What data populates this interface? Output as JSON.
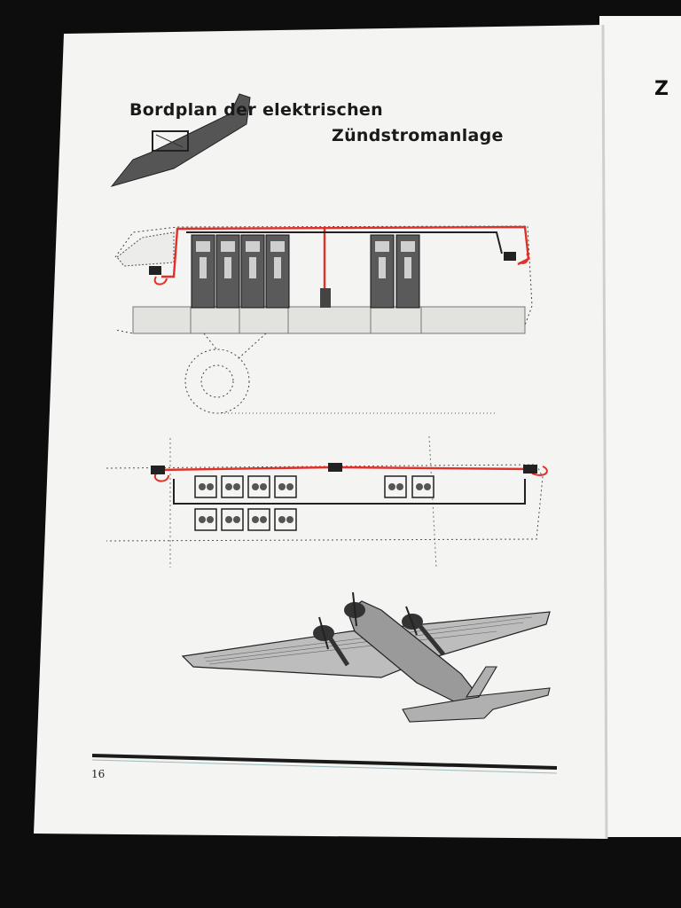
{
  "page": {
    "title_line1": "Bordplan der elektrischen",
    "title_line2": "Zündstromanlage",
    "page_number": "16",
    "facing_page_glyph": "Z"
  },
  "colors": {
    "paper": "#f4f4f2",
    "ink": "#1a1a1a",
    "wire_red": "#e0302a",
    "desk": "#0d0d0d"
  },
  "illustrations": [
    "aircraft-top-vignette",
    "fuselage-side-wiring-diagram",
    "fuselage-plan-wiring-diagram",
    "trimotor-aircraft-drawing"
  ]
}
